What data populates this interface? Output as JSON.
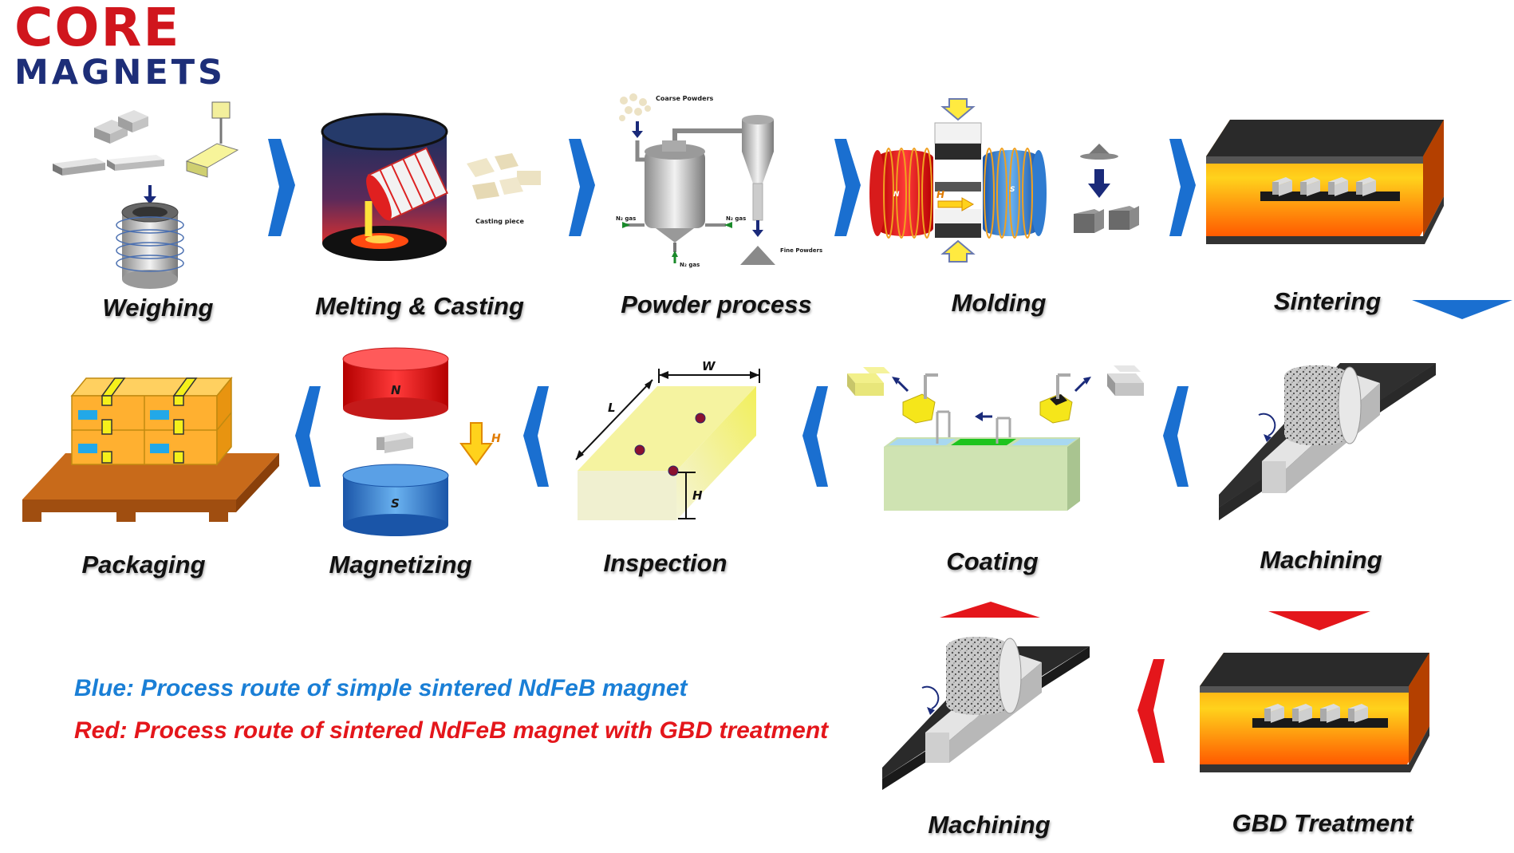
{
  "logo": {
    "line1": "CORE",
    "line2": "MAGNETS"
  },
  "steps": {
    "weighing": "Weighing",
    "melting": "Melting & Casting",
    "powder": "Powder process",
    "molding": "Molding",
    "sintering": "Sintering",
    "packaging": "Packaging",
    "magnetizing": "Magnetizing",
    "inspection": "Inspection",
    "coating": "Coating",
    "machining": "Machining",
    "machining2": "Machining",
    "gbd": "GBD Treatment"
  },
  "annotations": {
    "casting_piece": "Casting piece",
    "coarse_powders": "Coarse Powders",
    "fine_powders": "Fine Powders",
    "n2_gas_left": "N₂ gas",
    "n2_gas_right": "N₂ gas",
    "n2_gas_bottom": "N₂ gas",
    "field_h_molding": "H",
    "field_h_magnetizing": "H",
    "pole_n_molding": "N",
    "pole_s_molding": "S",
    "pole_n": "N",
    "pole_s": "S",
    "dim_w": "W",
    "dim_l": "L",
    "dim_h": "H"
  },
  "legend": {
    "blue": "Blue: Process route of simple sintered NdFeB magnet",
    "red": "Red: Process route of sintered NdFeB magnet with GBD treatment"
  },
  "colors": {
    "blue_route": "#1a6fd0",
    "red_route": "#e4161b",
    "logo_red": "#d0161d",
    "logo_navy": "#1d2e78"
  }
}
